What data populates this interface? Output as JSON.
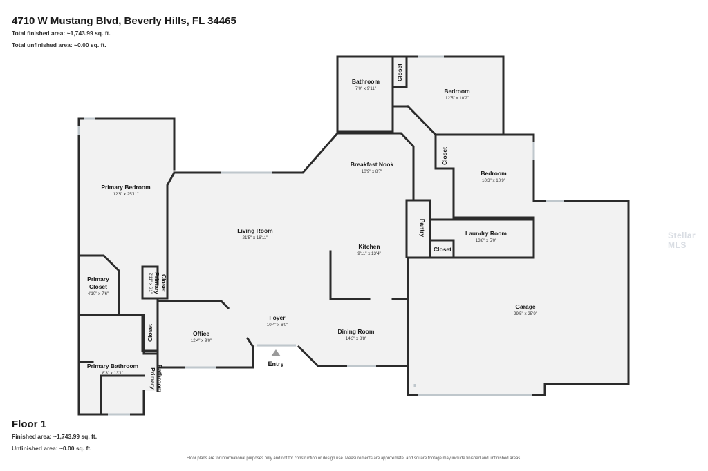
{
  "header": {
    "address": "4710 W Mustang Blvd, Beverly Hills, FL 34465",
    "total_finished": "Total finished area: ~1,743.99 sq. ft.",
    "total_unfinished": "Total unfinished area: ~0.00 sq. ft."
  },
  "floor": {
    "title": "Floor 1",
    "finished": "Finished area: ~1,743.99 sq. ft.",
    "unfinished": "Unfinished area: ~0.00 sq. ft."
  },
  "entry_label": "Entry",
  "disclaimer": "Floor plans are for informational purposes only and not for construction or design use. Measurements are approximate, and square footage may include finished and unfinished areas.",
  "watermark": "Stellar MLS",
  "colors": {
    "wall": "#2b2b2b",
    "floor": "#f2f2f2",
    "window": "#bfc7cc",
    "entry_arrow": "#9a9a9a"
  },
  "rooms": [
    {
      "id": "bathroom",
      "name": "Bathroom",
      "dim": "7'0\" x 9'11\""
    },
    {
      "id": "closet-top",
      "name": "Closet",
      "dim": ""
    },
    {
      "id": "bedroom-top",
      "name": "Bedroom",
      "dim": "12'5\" x 10'2\""
    },
    {
      "id": "breakfast-nook",
      "name": "Breakfast Nook",
      "dim": "10'9\" x 8'7\""
    },
    {
      "id": "closet-mid",
      "name": "Closet",
      "dim": ""
    },
    {
      "id": "bedroom-mid",
      "name": "Bedroom",
      "dim": "10'3\" x 10'9\""
    },
    {
      "id": "primary-bedroom",
      "name": "Primary Bedroom",
      "dim": "12'5\" x 25'11\""
    },
    {
      "id": "living-room",
      "name": "Living Room",
      "dim": "21'5\" x 16'11\""
    },
    {
      "id": "pantry",
      "name": "Pantry",
      "dim": ""
    },
    {
      "id": "laundry-room",
      "name": "Laundry Room",
      "dim": "13'8\" x 5'0\""
    },
    {
      "id": "kitchen",
      "name": "Kitchen",
      "dim": "9'11\" x 13'4\""
    },
    {
      "id": "closet-laundry",
      "name": "Closet",
      "dim": ""
    },
    {
      "id": "primary-closet-large",
      "name": "Primary Closet",
      "dim": "4'10\" x 7'6\""
    },
    {
      "id": "primary-closet-small",
      "name": "Primary Closet",
      "dim": "2'11\" x 6'1\""
    },
    {
      "id": "garage",
      "name": "Garage",
      "dim": "29'5\" x 25'9\""
    },
    {
      "id": "foyer",
      "name": "Foyer",
      "dim": "10'4\" x 6'0\""
    },
    {
      "id": "office",
      "name": "Office",
      "dim": "12'4\" x 9'0\""
    },
    {
      "id": "closet-bath",
      "name": "Closet",
      "dim": ""
    },
    {
      "id": "dining-room",
      "name": "Dining Room",
      "dim": "14'3\" x 8'8\""
    },
    {
      "id": "primary-bathroom",
      "name": "Primary Bathroom",
      "dim": "8'3\" x 13'1\""
    },
    {
      "id": "primary-bathroom-small",
      "name": "Primary Bathroom",
      "dim": ""
    }
  ]
}
